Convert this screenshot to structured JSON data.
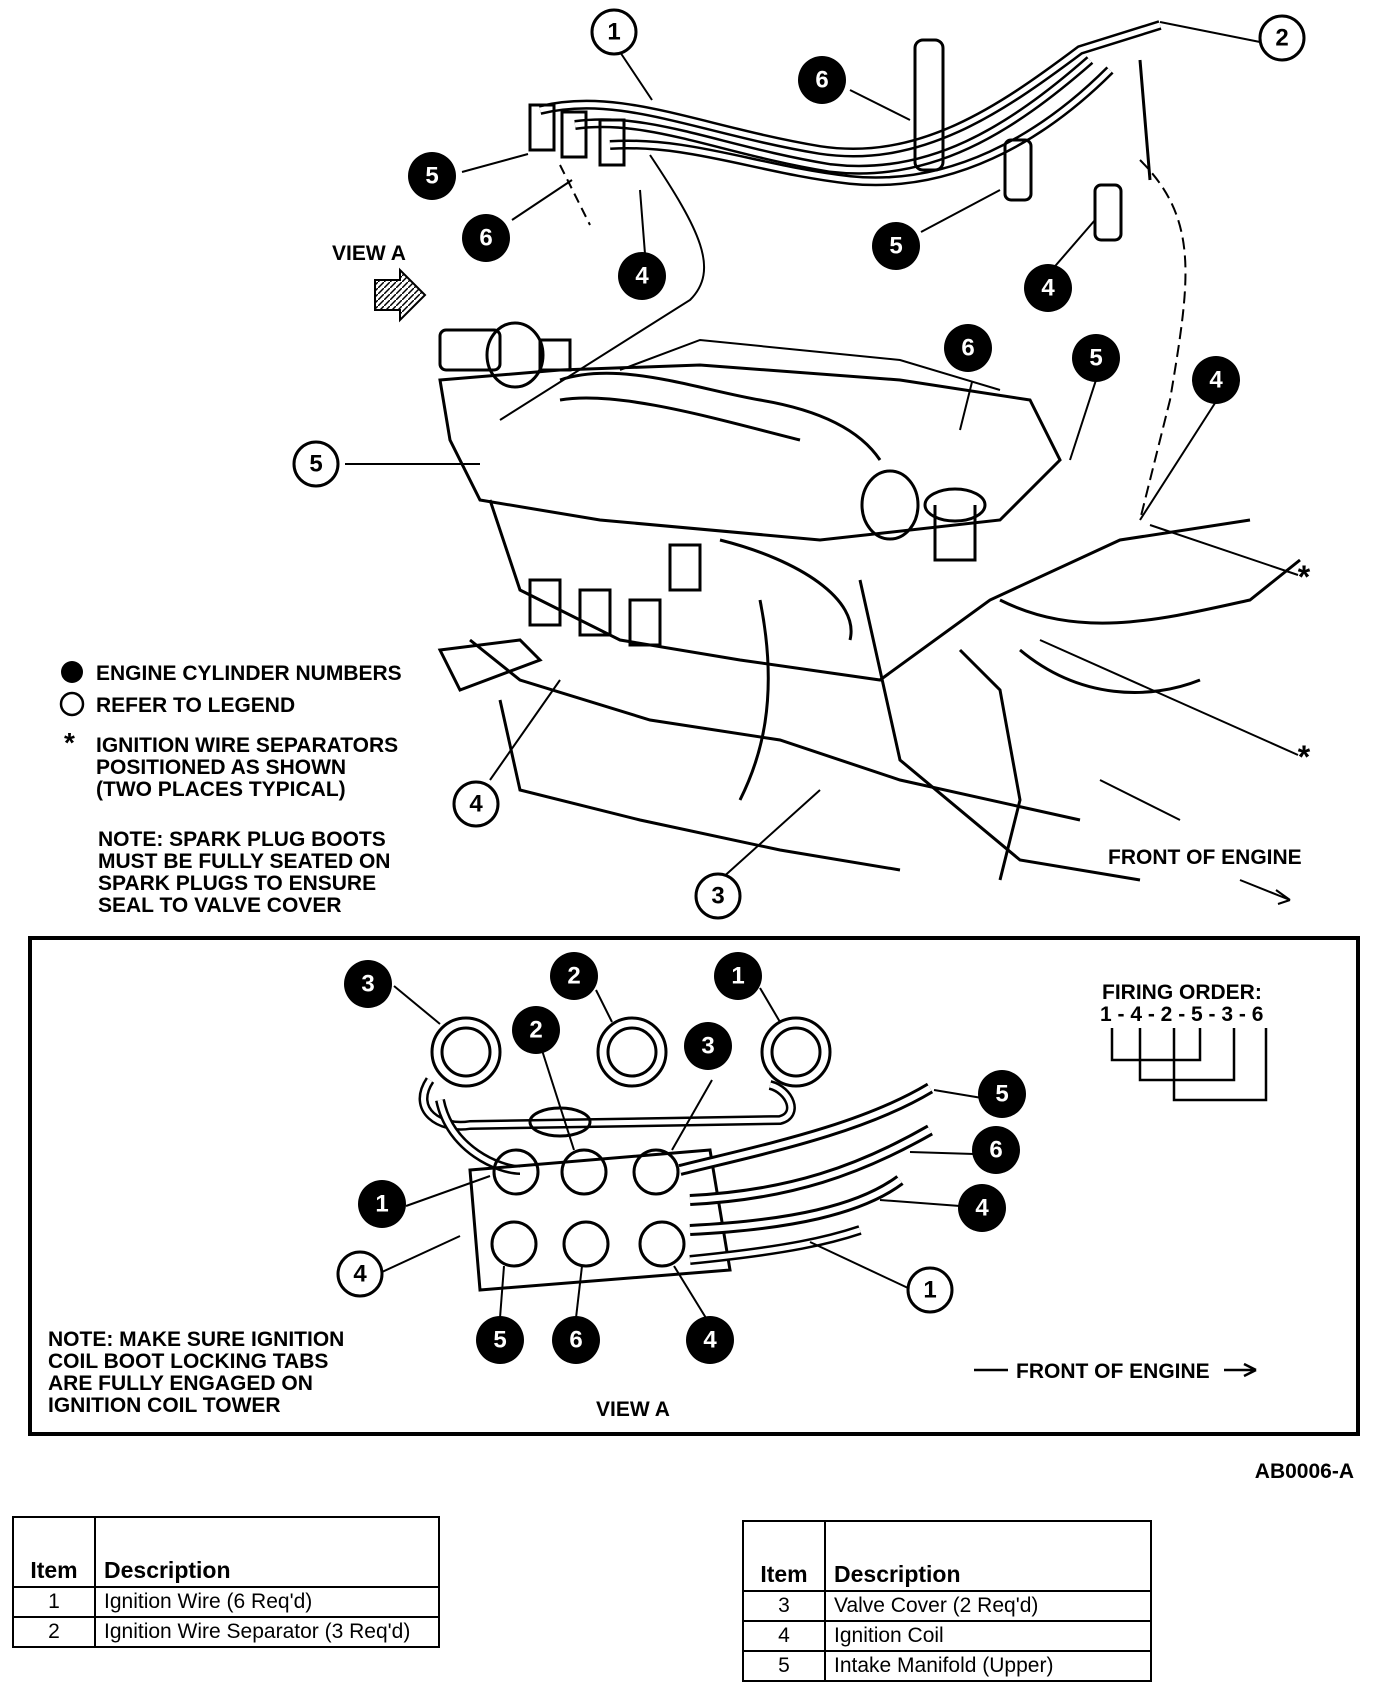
{
  "view_a_label": "VIEW A",
  "legend_key": {
    "filled": "ENGINE CYLINDER NUMBERS",
    "open": "REFER TO LEGEND",
    "star_symbol": "*",
    "star_line1": "IGNITION WIRE SEPARATORS",
    "star_line2": "POSITIONED AS SHOWN",
    "star_line3": "(TWO PLACES TYPICAL)"
  },
  "note_spark": [
    "NOTE: SPARK PLUG BOOTS",
    "MUST BE FULLY SEATED ON",
    "SPARK PLUGS TO ENSURE",
    "SEAL TO VALVE COVER"
  ],
  "front_of_engine": "FRONT OF ENGINE",
  "front_of_engine_inset": "FRONT OF ENGINE",
  "firing_order": {
    "title": "FIRING ORDER:",
    "sequence": "1 - 4 - 2 - 5 - 3 - 6"
  },
  "note_coil": [
    "NOTE: MAKE SURE IGNITION",
    "COIL BOOT LOCKING TABS",
    "ARE FULLY ENGAGED ON",
    "IGNITION COIL TOWER"
  ],
  "view_a_caption": "VIEW A",
  "figure_id": "AB0006-A",
  "callouts_top": {
    "c1": "1",
    "c2": "2",
    "c6a": "6",
    "c5a": "5",
    "c6b": "6",
    "c4a": "4",
    "c5b": "5",
    "c4b": "4",
    "c5c": "5",
    "c6c": "6",
    "c5d": "5",
    "c4c": "4",
    "c4d": "4",
    "c3": "3",
    "star1": "*",
    "star2": "*"
  },
  "callouts_inset": {
    "t3": "3",
    "t2": "2",
    "t1": "1",
    "m2": "2",
    "m3": "3",
    "r5": "5",
    "r6": "6",
    "r4": "4",
    "l1": "1",
    "l4": "4",
    "o1": "1",
    "b5": "5",
    "b6": "6",
    "b4": "4"
  },
  "table_left": {
    "headers": [
      "Item",
      "Description"
    ],
    "rows": [
      {
        "item": "1",
        "description": "Ignition Wire (6 Req'd)"
      },
      {
        "item": "2",
        "description": "Ignition Wire Separator (3 Req'd)"
      }
    ]
  },
  "table_right": {
    "headers": [
      "Item",
      "Description"
    ],
    "rows": [
      {
        "item": "3",
        "description": "Valve Cover (2 Req'd)"
      },
      {
        "item": "4",
        "description": "Ignition Coil"
      },
      {
        "item": "5",
        "description": "Intake Manifold (Upper)"
      }
    ]
  }
}
